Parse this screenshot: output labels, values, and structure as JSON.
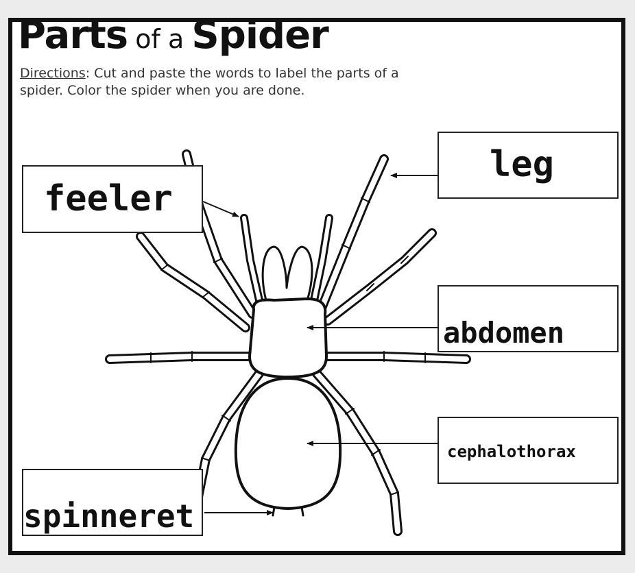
{
  "worksheet": {
    "title": {
      "word1": "Parts",
      "word2": "of",
      "word3": "a",
      "word4": "Spider"
    },
    "directions": {
      "lead": "Directions",
      "text": ": Cut and paste the words to label the parts of a spider. Color the spider when you are done."
    },
    "labels": {
      "feeler": "feeler",
      "leg": "leg",
      "abdomen": "abdomen",
      "cephalothorax": "cephalothorax",
      "spinneret": "spinneret"
    }
  }
}
